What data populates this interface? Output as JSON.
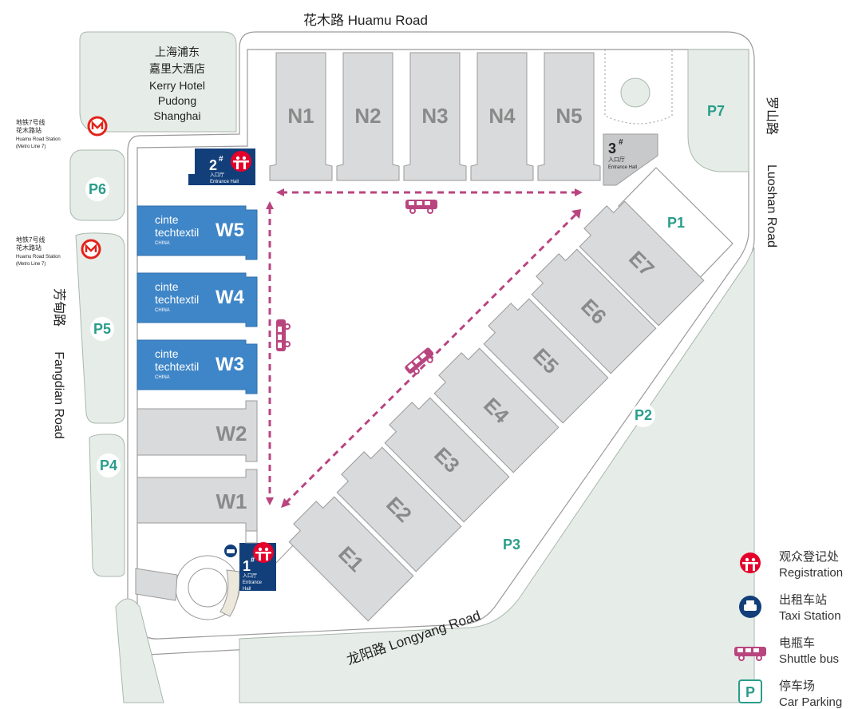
{
  "roads": {
    "north": "花木路 Huamu Road",
    "east_cn": "罗山路",
    "east_en": "Luoshan Road",
    "west_cn": "芳甸路",
    "west_en": "Fangdian Road",
    "south": "龙阳路 Longyang Road"
  },
  "hotel": {
    "lines": [
      "上海浦东",
      "嘉里大酒店",
      "Kerry Hotel",
      "Pudong",
      "Shanghai"
    ]
  },
  "metro": [
    {
      "lines": [
        "地铁7号线",
        "花木路站",
        "Huamu Road Station",
        "(Metro Line 7)"
      ]
    },
    {
      "lines": [
        "地铁7号线",
        "花木路站",
        "Huamu Road Station",
        "(Metro Line 7)"
      ]
    }
  ],
  "halls": {
    "north": [
      "N1",
      "N2",
      "N3",
      "N4",
      "N5"
    ],
    "east": [
      "E1",
      "E2",
      "E3",
      "E4",
      "E5",
      "E6",
      "E7"
    ],
    "west_plain": [
      "W2",
      "W1"
    ],
    "west_branded": [
      {
        "brand1": "cinte",
        "brand2": "techtextil",
        "brand3": "CHINA",
        "hall": "W5"
      },
      {
        "brand1": "cinte",
        "brand2": "techtextil",
        "brand3": "CHINA",
        "hall": "W4"
      },
      {
        "brand1": "cinte",
        "brand2": "techtextil",
        "brand3": "CHINA",
        "hall": "W3"
      }
    ]
  },
  "parking": [
    "P1",
    "P2",
    "P3",
    "P4",
    "P5",
    "P6",
    "P7"
  ],
  "entrances": {
    "e1": {
      "num": "1",
      "sup": "#",
      "cn": "入口厅",
      "en1": "Entrance",
      "en2": "Hall"
    },
    "e2": {
      "num": "2",
      "sup": "#",
      "cn": "入口厅",
      "en1": "Entrance Hall"
    },
    "e3": {
      "num": "3",
      "sup": "#",
      "cn": "入口厅",
      "en1": "Entrance Hall"
    }
  },
  "legend": [
    {
      "icon": "registration-icon",
      "cn": "观众登记处",
      "en": "Registration"
    },
    {
      "icon": "taxi-icon",
      "cn": "出租车站",
      "en": "Taxi Station"
    },
    {
      "icon": "shuttle-bus-icon",
      "cn": "电瓶车",
      "en": "Shuttle bus"
    },
    {
      "icon": "parking-icon",
      "cn": "停车场",
      "en": "Car Parking"
    }
  ],
  "colors": {
    "hall_gray": "#d9dadb",
    "hall_blue": "#3f86c8",
    "entrance_navy": "#123f7a",
    "shuttle_magenta": "#b9457f",
    "registration_red": "#e4002b",
    "parking_teal": "#2a9d8a",
    "green_area": "#e6ede8",
    "metro_red": "#e2231a"
  }
}
